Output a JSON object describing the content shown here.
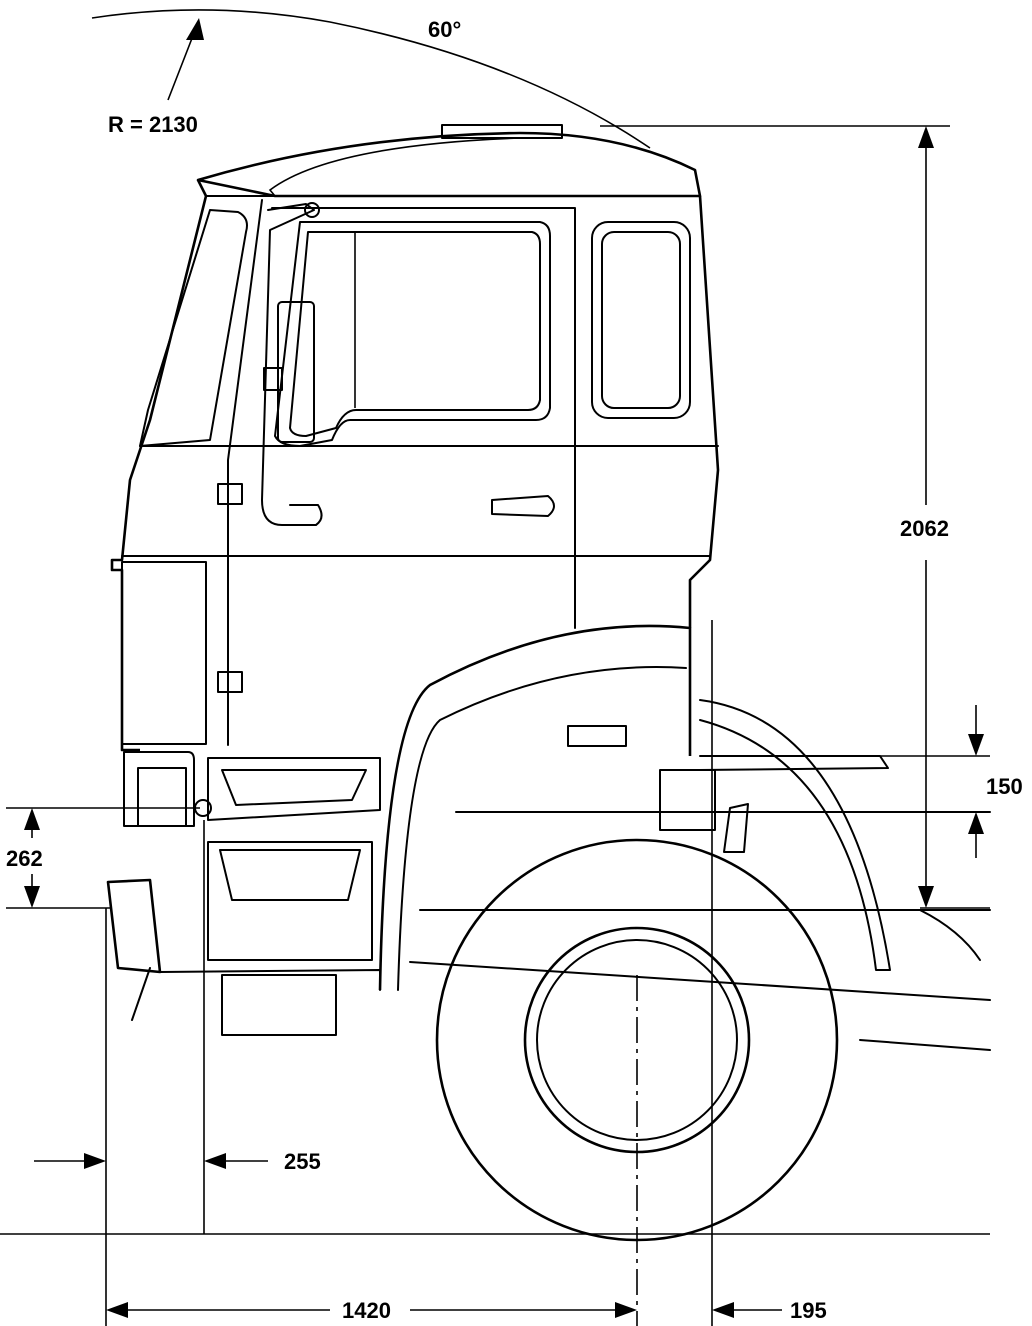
{
  "dimensions": {
    "roof_angle": "60°",
    "roof_radius": "R = 2130",
    "cab_height": "2062",
    "chassis_step": "150",
    "bumper_height": "262",
    "front_overhang": "255",
    "cab_to_axle": "1420",
    "axle_to_cab_rear": "195"
  }
}
